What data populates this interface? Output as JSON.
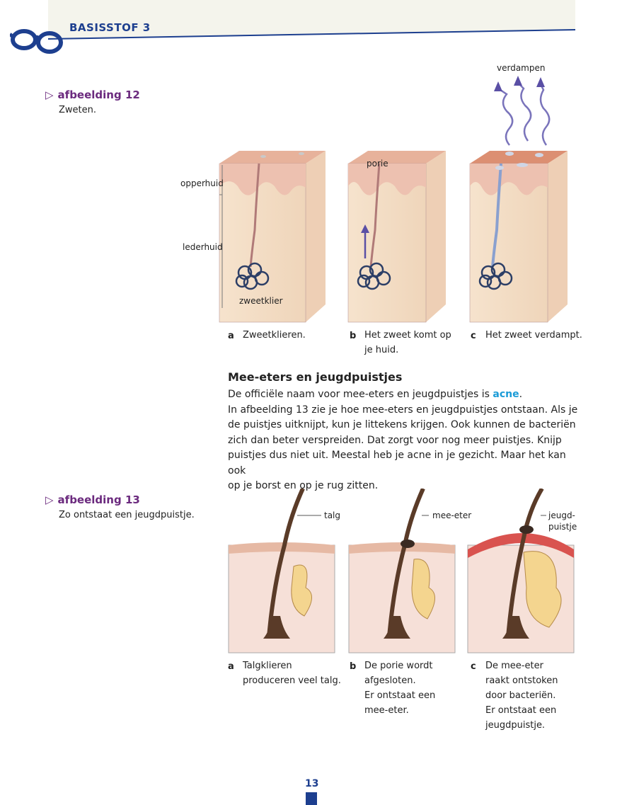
{
  "header": {
    "title": "BASISSTOF 3"
  },
  "figure12": {
    "label": "afbeelding 12",
    "caption": "Zweten.",
    "labels": {
      "epidermis": "opperhuid",
      "dermis": "lederhuid",
      "gland": "zweetklier",
      "pore": "porie",
      "evaporate": "verdampen"
    },
    "subcaptions": [
      {
        "letter": "a",
        "lines": [
          "Zweetklieren."
        ]
      },
      {
        "letter": "b",
        "lines": [
          "Het zweet komt op",
          "je huid."
        ]
      },
      {
        "letter": "c",
        "lines": [
          "Het zweet verdampt."
        ]
      }
    ]
  },
  "section": {
    "title": "Mee-eters en jeugdpuistjes",
    "intro_before": "De officiële naam voor mee-eters en jeugdpuistjes is ",
    "term": "acne",
    "intro_after": ".",
    "lines": [
      "In afbeelding 13 zie je hoe mee-eters en jeugdpuistjes ontstaan. Als je",
      "de puistjes uitknijpt, kun je littekens krijgen. Ook kunnen de bacteriën",
      "zich dan beter verspreiden. Dat zorgt voor nog meer puistjes. Knijp",
      "puistjes dus niet uit. Meestal heb je acne in je gezicht. Maar het kan ook",
      "op je borst en op je rug zitten."
    ]
  },
  "figure13": {
    "label": "afbeelding 13",
    "caption": "Zo ontstaat een jeugdpuistje.",
    "labels": {
      "sebum": "talg",
      "blackhead": "mee-eter",
      "pimple_1": "jeugd-",
      "pimple_2": "puistje"
    },
    "subcaptions": [
      {
        "letter": "a",
        "lines": [
          "Talgklieren",
          "produceren veel talg."
        ]
      },
      {
        "letter": "b",
        "lines": [
          "De porie wordt",
          "afgesloten.",
          "Er ontstaat een",
          "mee-eter."
        ]
      },
      {
        "letter": "c",
        "lines": [
          "De mee-eter",
          "raakt ontstoken",
          "door bacteriën.",
          "Er ontstaat een",
          "jeugdpuistje."
        ]
      }
    ]
  },
  "footer": {
    "page_number": "13"
  },
  "colors": {
    "brand": "#1d3f8f",
    "caption": "#6b2a7e",
    "accent": "#1a9bd7",
    "skin": "#f2dcc4",
    "skin_top": "#e9b9a2"
  }
}
